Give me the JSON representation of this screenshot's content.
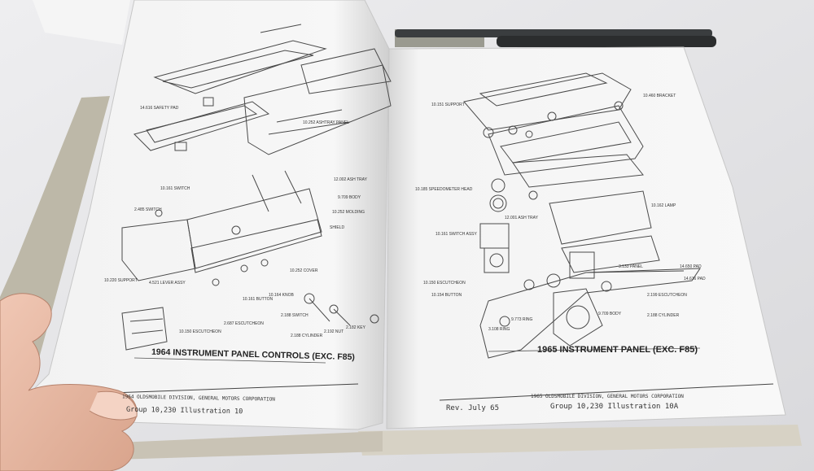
{
  "left_page": {
    "caption": "1964 INSTRUMENT PANEL CONTROLS (EXC. F85)",
    "corporation": "1964 OLDSMOBILE DIVISION, GENERAL MOTORS CORPORATION",
    "group": "Group 10,230  Illustration 10",
    "labels": [
      "10.161 SWITCH",
      "2.485 SWITCH",
      "12.002 ASH TRAY",
      "9.709 BODY",
      "10.252 MOLDING",
      "SHIELD",
      "10.220 SUPPORT",
      "4.521 LEVER ASSY",
      "10.252 COVER",
      "10.150 ESCUTCHEON",
      "2.687 ESCUTCHEON",
      "10.161 BUTTON",
      "10.164 KNOB",
      "2.188 SWITCH",
      "2.192 NUT",
      "2.182 KEY",
      "2.188 CYLINDER",
      "14.616 SAFETY PAD",
      "10.252 ASHTRAY PANEL"
    ]
  },
  "right_page": {
    "caption": "1965 INSTRUMENT PANEL (EXC. F85)",
    "corporation": "1965 OLDSMOBILE DIVISION, GENERAL MOTORS CORPORATION",
    "revision": "Rev. July 65",
    "group": "Group 10,230  Illustration 10A",
    "labels": [
      "10.151 SUPPORT",
      "10.460 BRACKET",
      "14.616 PAD",
      "10.185 SPEEDOMETER HEAD",
      "10.161 SWITCH ASSY",
      "10.150 ESCUTCHEON",
      "10.154 BUTTON",
      "9.773 RING",
      "3.108 RING",
      "9.709 BODY",
      "2.199 ESCUTCHEON",
      "2.188 CYLINDER",
      "12.001 ASH TRAY",
      "10.162 LAMP",
      "3.133 PANEL",
      "14.650 PAD"
    ]
  }
}
